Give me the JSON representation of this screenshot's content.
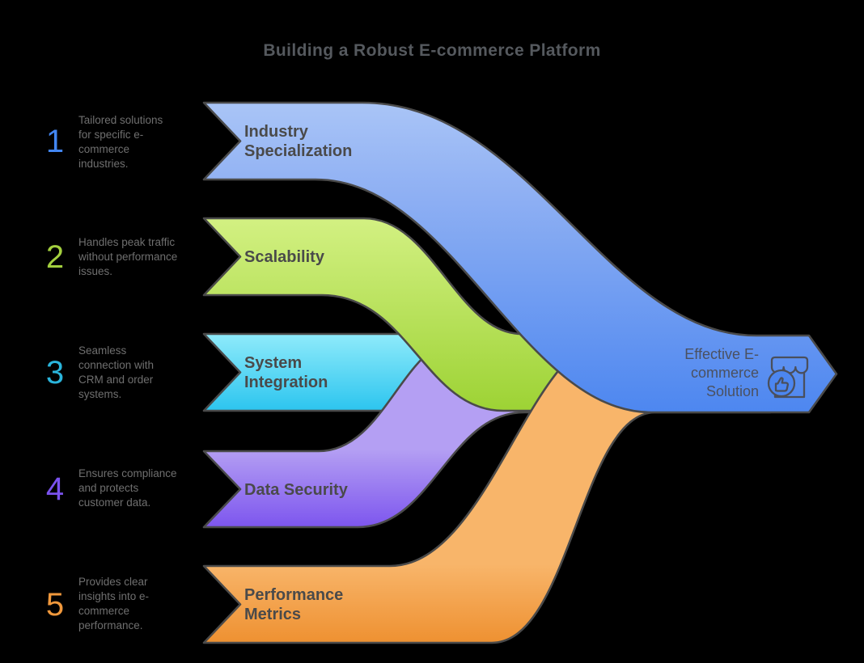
{
  "title": "Building a Robust E-commerce Platform",
  "steps": [
    {
      "number": "1",
      "number_color": "#4286f2",
      "description": "Tailored solutions\nfor specific e-\ncommerce\nindustries.",
      "label": "Industry Specialization",
      "band_color_light": "#abc6f7",
      "band_color_dark": "#4c86f0"
    },
    {
      "number": "2",
      "number_color": "#a3cf3e",
      "description": "Handles peak traffic\nwithout performance\nissues.",
      "label": "Scalability",
      "band_color_light": "#d4f184",
      "band_color_dark": "#9cd233"
    },
    {
      "number": "3",
      "number_color": "#2ab5dc",
      "description": "Seamless\nconnection with\nCRM and order\nsystems.",
      "label": "System Integration",
      "band_color_light": "#92ecfb",
      "band_color_dark": "#28c3ee"
    },
    {
      "number": "4",
      "number_color": "#7a52ee",
      "description": "Ensures compliance\nand protects\ncustomer data.",
      "label": "Data Security",
      "band_color_light": "#b49ff3",
      "band_color_dark": "#7c54ee"
    },
    {
      "number": "5",
      "number_color": "#f0983c",
      "description": "Provides clear\ninsights into e-\ncommerce\nperformance.",
      "label": "Performance Metrics",
      "band_color_light": "#f8b56a",
      "band_color_dark": "#ee9030"
    }
  ],
  "result": {
    "label": "Effective E-\ncommerce\nSolution",
    "icon": "storefront-thumbs-up-icon",
    "arrow_color": "#4c86f0"
  },
  "outline_color": "#4a4a4a",
  "background_color": "#000000",
  "title_color": "#55595e"
}
